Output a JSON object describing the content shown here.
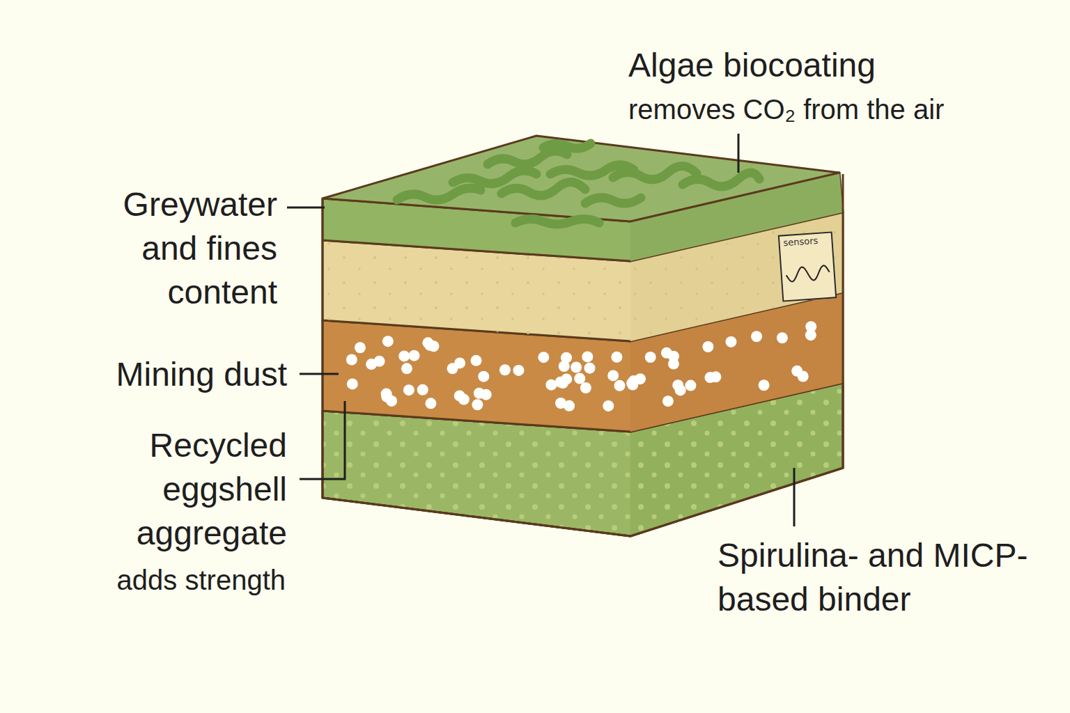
{
  "diagram": {
    "nodes": [
      {
        "text": [
          "sensors"
        ]
      }
    ],
    "labels": [
      "Algae biocoating",
      "removes CO₂ from the air",
      "Greywater and fines content",
      "Mining dust",
      "Recycled eggshell aggregate",
      "adds strength",
      "Spirulina- and MICP-based binder"
    ]
  }
}
